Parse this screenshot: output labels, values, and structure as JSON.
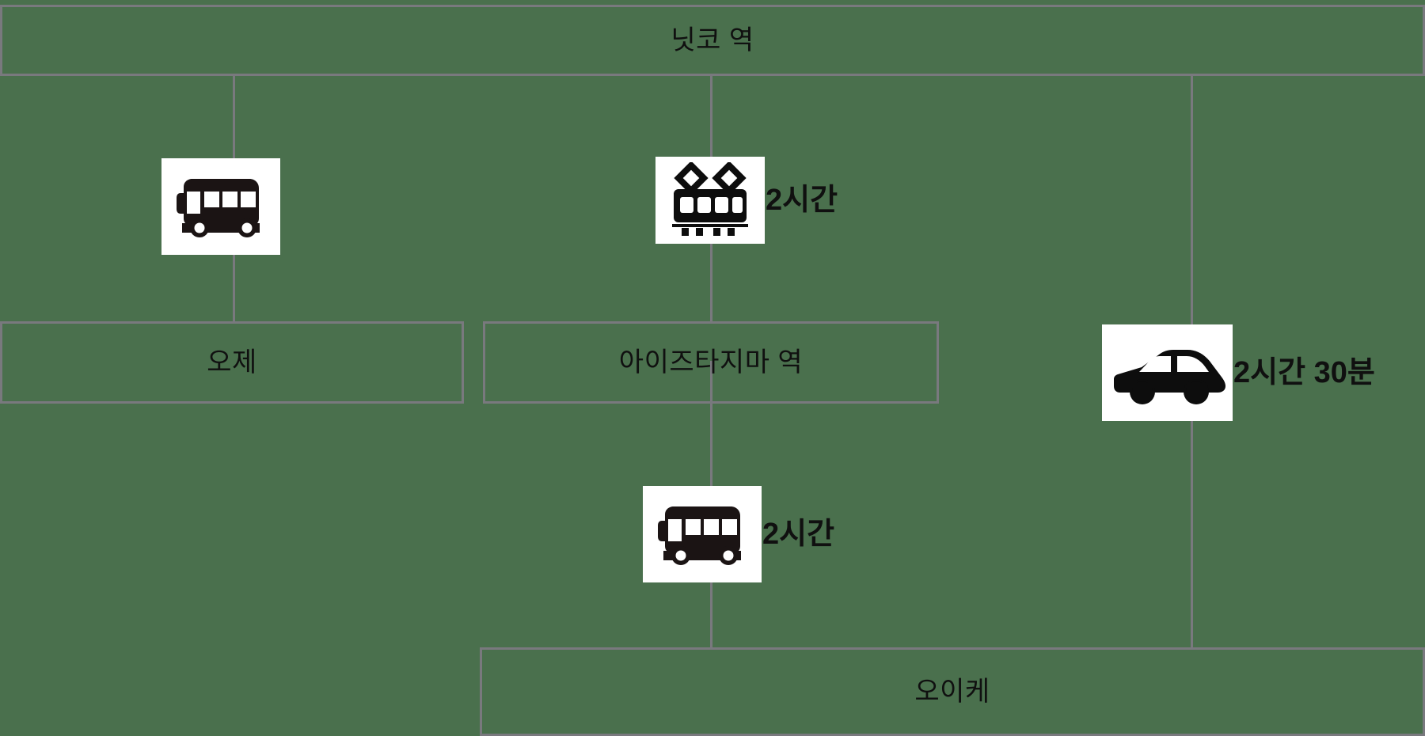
{
  "diagram": {
    "type": "transport-route-tree",
    "title": "닛코 역",
    "background_color": "#4a704d",
    "border_color": "#79797e",
    "text_color": "#101010",
    "icon_tile_color": "#ffffff",
    "nodes": [
      {
        "id": "nikko",
        "label": "닛코 역",
        "level": "top"
      },
      {
        "id": "oze",
        "label": "오제",
        "level": "middle"
      },
      {
        "id": "aizu_tajima",
        "label": "아이즈타지마 역",
        "level": "middle"
      },
      {
        "id": "oike",
        "label": "오이케",
        "level": "bottom"
      }
    ],
    "connections": [
      {
        "id": "nikko-oze",
        "from": "닛코 역",
        "to": "오제",
        "mode": "bus",
        "icon": "bus-icon",
        "duration": ""
      },
      {
        "id": "nikko-aizu",
        "from": "닛코 역",
        "to": "아이즈타지마 역",
        "mode": "train",
        "icon": "train-icon",
        "duration": "2시간"
      },
      {
        "id": "aizu-oike",
        "from": "아이즈타지마 역",
        "to": "오이케",
        "mode": "bus",
        "icon": "bus-icon",
        "duration": "2시간"
      },
      {
        "id": "nikko-oike-car",
        "from": "닛코 역",
        "to": "오이케",
        "mode": "car",
        "icon": "car-icon",
        "duration": "2시간 30분"
      }
    ]
  }
}
